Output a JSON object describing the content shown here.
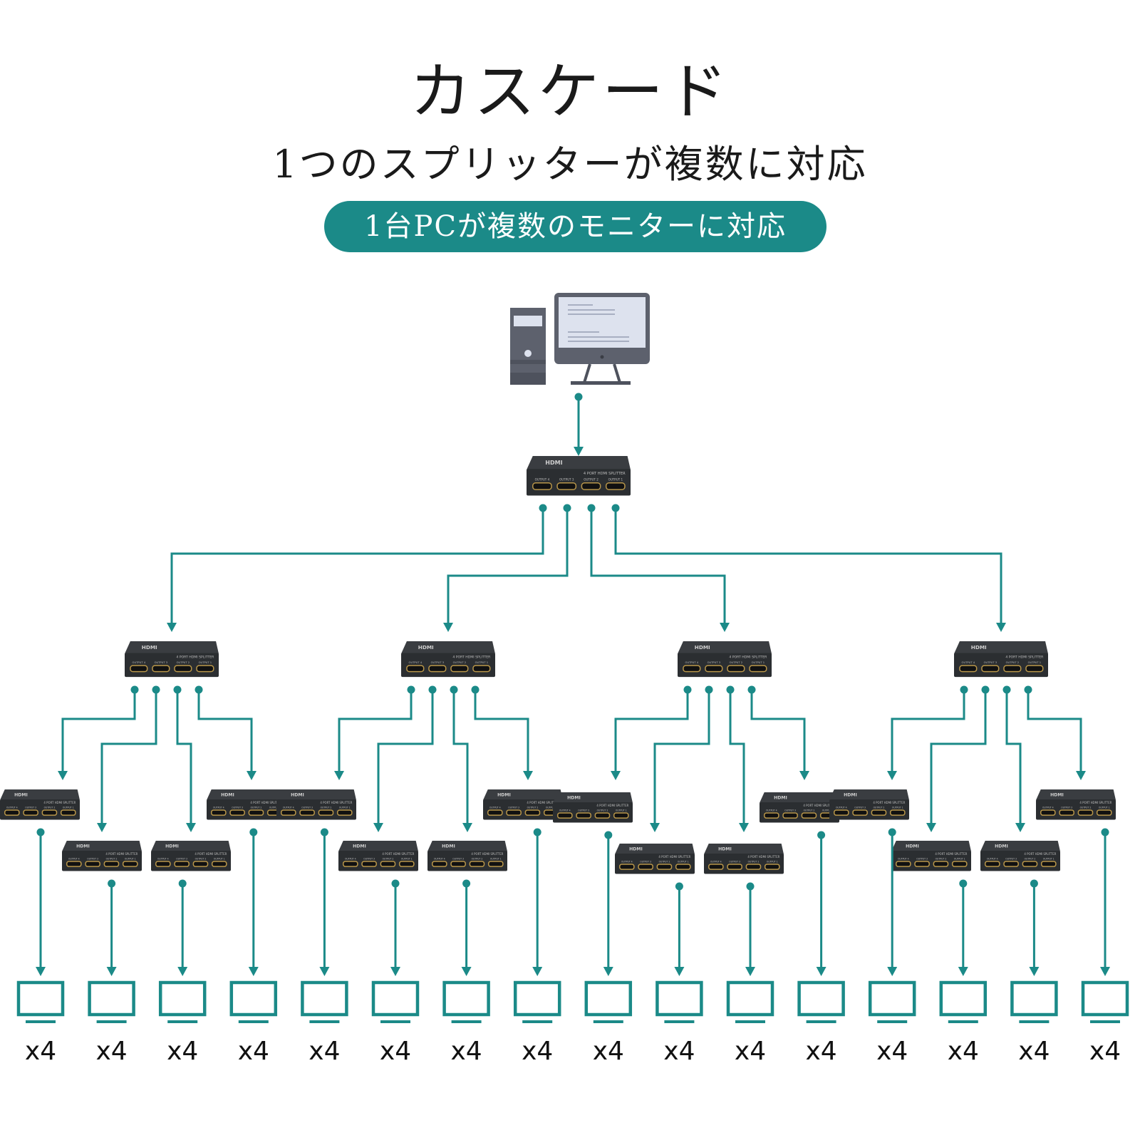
{
  "header": {
    "title": "カスケード",
    "subtitle": "1つのスプリッターが複数に対応",
    "pill_label": "1台PCが複数のモニターに対応"
  },
  "colors": {
    "accent": "#1b8a88",
    "splitter_body": "#2b2e31",
    "pc_dark": "#5d616d",
    "pc_screen": "#dde2ee"
  },
  "source": {
    "icon": "desktop-pc-icon"
  },
  "splitter": {
    "icon": "hdmi-splitter-icon",
    "brand_label": "HDMI",
    "model_label": "4 PORT HDMI SPLITTER",
    "ports": [
      "OUTPUT 4",
      "OUTPUT 3",
      "OUTPUT 2",
      "OUTPUT 1"
    ]
  },
  "tree": {
    "levels": 3,
    "branching": 4,
    "level_counts": [
      1,
      4,
      16
    ],
    "monitor_count": 16
  },
  "monitors": {
    "icon": "monitor-icon",
    "labels": [
      "x4",
      "x4",
      "x4",
      "x4",
      "x4",
      "x4",
      "x4",
      "x4",
      "x4",
      "x4",
      "x4",
      "x4",
      "x4",
      "x4",
      "x4",
      "x4"
    ]
  }
}
